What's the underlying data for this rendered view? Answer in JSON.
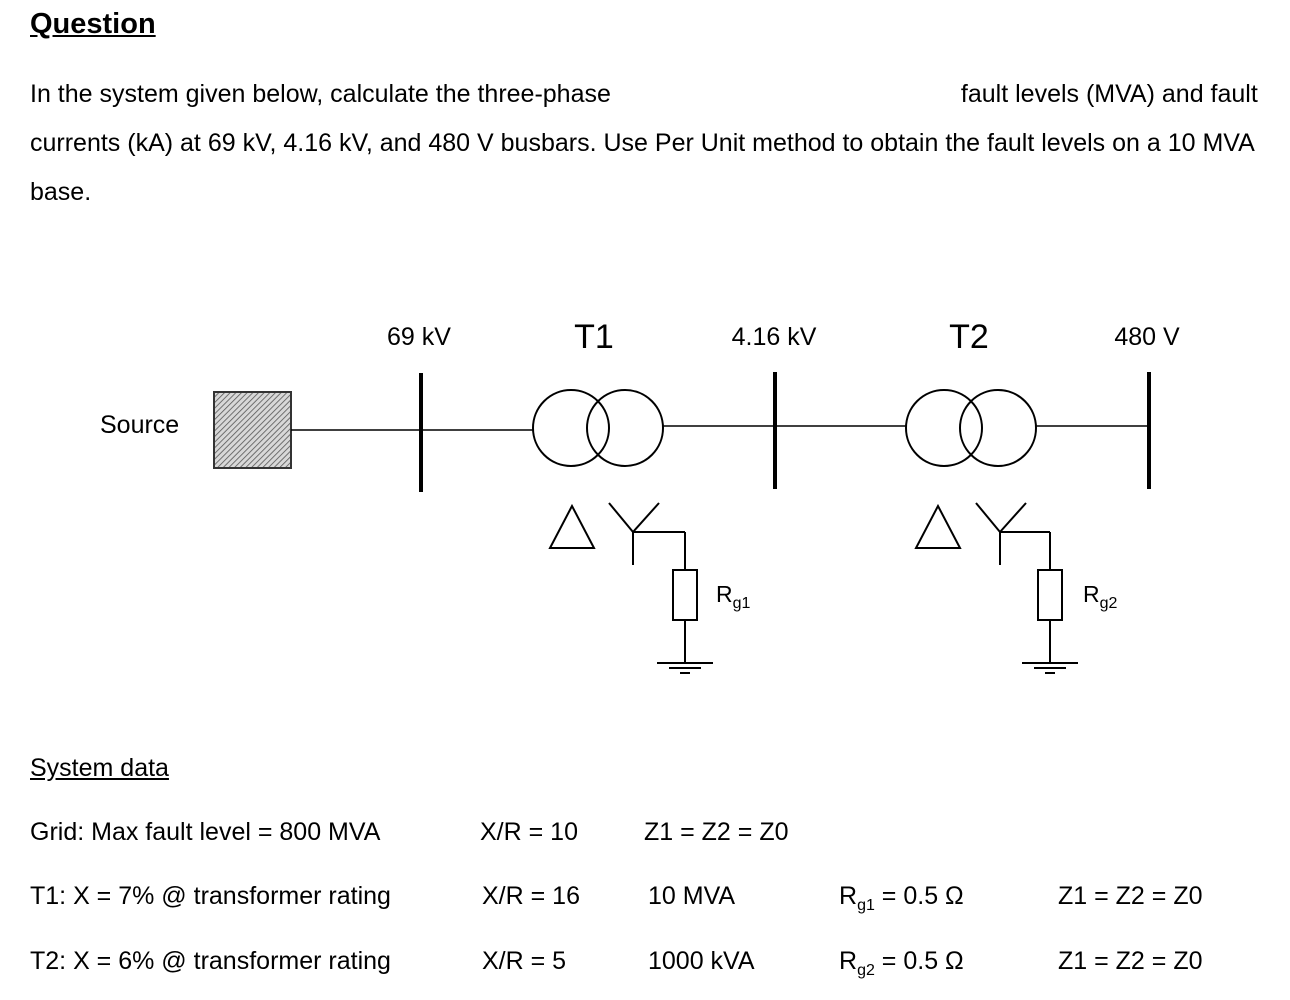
{
  "question": {
    "heading": "Question",
    "text_before": "In the system given below, calculate the three-phase",
    "text_after": "fault levels (MVA) and fault currents (kA) at 69 kV, 4.16 kV, and 480 V busbars. Use Per Unit method to obtain the fault levels on a 10 MVA base."
  },
  "diagram": {
    "source_label": "Source",
    "bus1_label": "69 kV",
    "bus2_label": "4.16 kV",
    "bus3_label": "480 V",
    "t1_label": "T1",
    "t2_label": "T2",
    "rg1_main": "R",
    "rg1_sub": "g1",
    "rg2_main": "R",
    "rg2_sub": "g2"
  },
  "system_data": {
    "heading": "System data",
    "grid": {
      "label": "Grid:  Max fault level = 800 MVA",
      "xr": "X/R = 10",
      "z": "Z1 = Z2 = Z0"
    },
    "t1": {
      "label": "T1:  X = 7% @ transformer rating",
      "xr": "X/R = 16",
      "rating": "10 MVA",
      "rg_main": "R",
      "rg_sub": "g1",
      "rg_value": " = 0.5 Ω",
      "z": "Z1 = Z2 = Z0"
    },
    "t2": {
      "label": "T2:  X = 6% @ transformer rating",
      "xr": "X/R = 5",
      "rating": "1000 kVA",
      "rg_main": "R",
      "rg_sub": "g2",
      "rg_value": " = 0.5 Ω",
      "z": "Z1 = Z2 = Z0"
    }
  }
}
